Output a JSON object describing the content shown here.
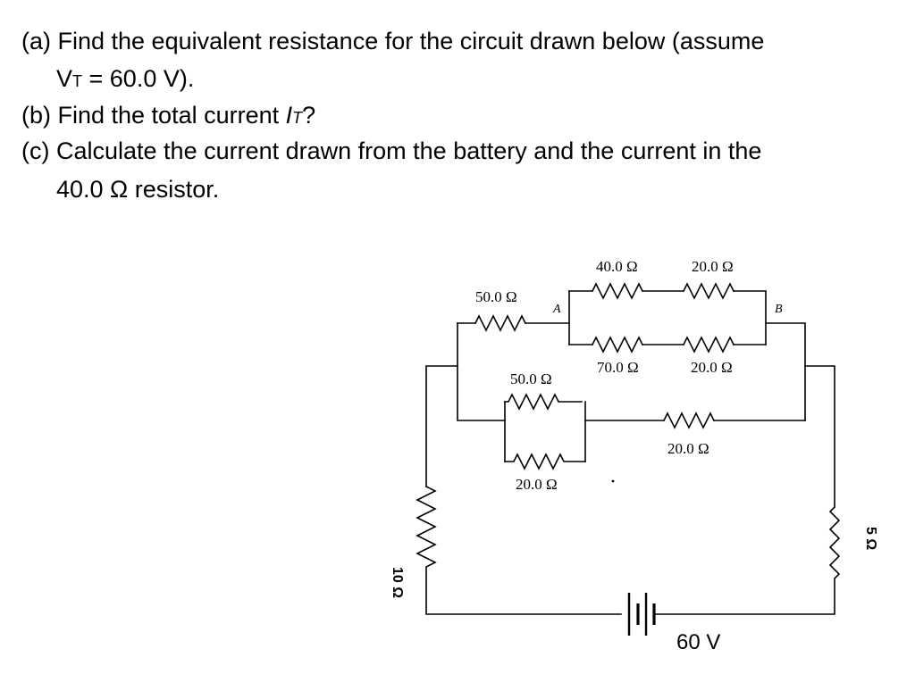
{
  "question": {
    "a_line1": "(a)  Find the equivalent resistance for the circuit drawn below (assume",
    "a_line2_prefix": "V",
    "a_line2_sub": "T",
    "a_line2_rest": " = 60.0 V).",
    "b_prefix": "(b) Find the total current ",
    "b_var": "I",
    "b_sub": "T",
    "b_suffix": "?",
    "c_line1": "(c) Calculate the current drawn from the battery and the current in the",
    "c_line2": "40.0 Ω resistor."
  },
  "circuit": {
    "r_50_top": "50.0 Ω",
    "node_a": "A",
    "r_40": "40.0 Ω",
    "r_20_top": "20.0 Ω",
    "node_b": "B",
    "r_70": "70.0 Ω",
    "r_20_mid": "20.0 Ω",
    "r_50_mid": "50.0 Ω",
    "r_20_right": "20.0 Ω",
    "r_20_bottom": "20.0 Ω",
    "r_left": "10 Ω",
    "r_right": "5 Ω",
    "battery": "60 V"
  }
}
